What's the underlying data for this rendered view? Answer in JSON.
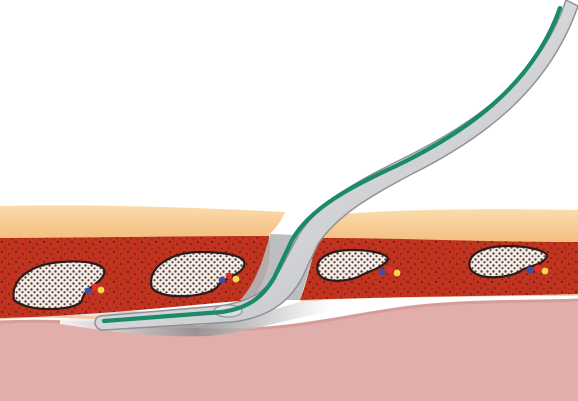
{
  "figure": {
    "description_text": "",
    "colors": {
      "background": "#ffffff",
      "fat_layer": "#f6c88a",
      "fat_highlight": "#fbdcae",
      "muscle_layer": "#c2331f",
      "muscle_speckle": "#3a1a12",
      "deep_tissue": "#e2aeab",
      "deep_tissue_edge": "#d49d98",
      "membrane_line": "#f1c9a7",
      "bone_fill": "#f4ede6",
      "bone_marrow": "#5a3d3a",
      "vessel_red": "#e0302b",
      "vessel_blue": "#3d4fa8",
      "vessel_yellow": "#f2d84a",
      "catheter_sheath": "#d9dadc",
      "catheter_sheath_edge": "#8f9296",
      "catheter_line": "#1a8a6a",
      "cavity_shadow": "#9a9a9c"
    },
    "icons": [
      "catheter-sheath",
      "guidewire",
      "rib-cross-section",
      "intercostal-vessels"
    ]
  }
}
